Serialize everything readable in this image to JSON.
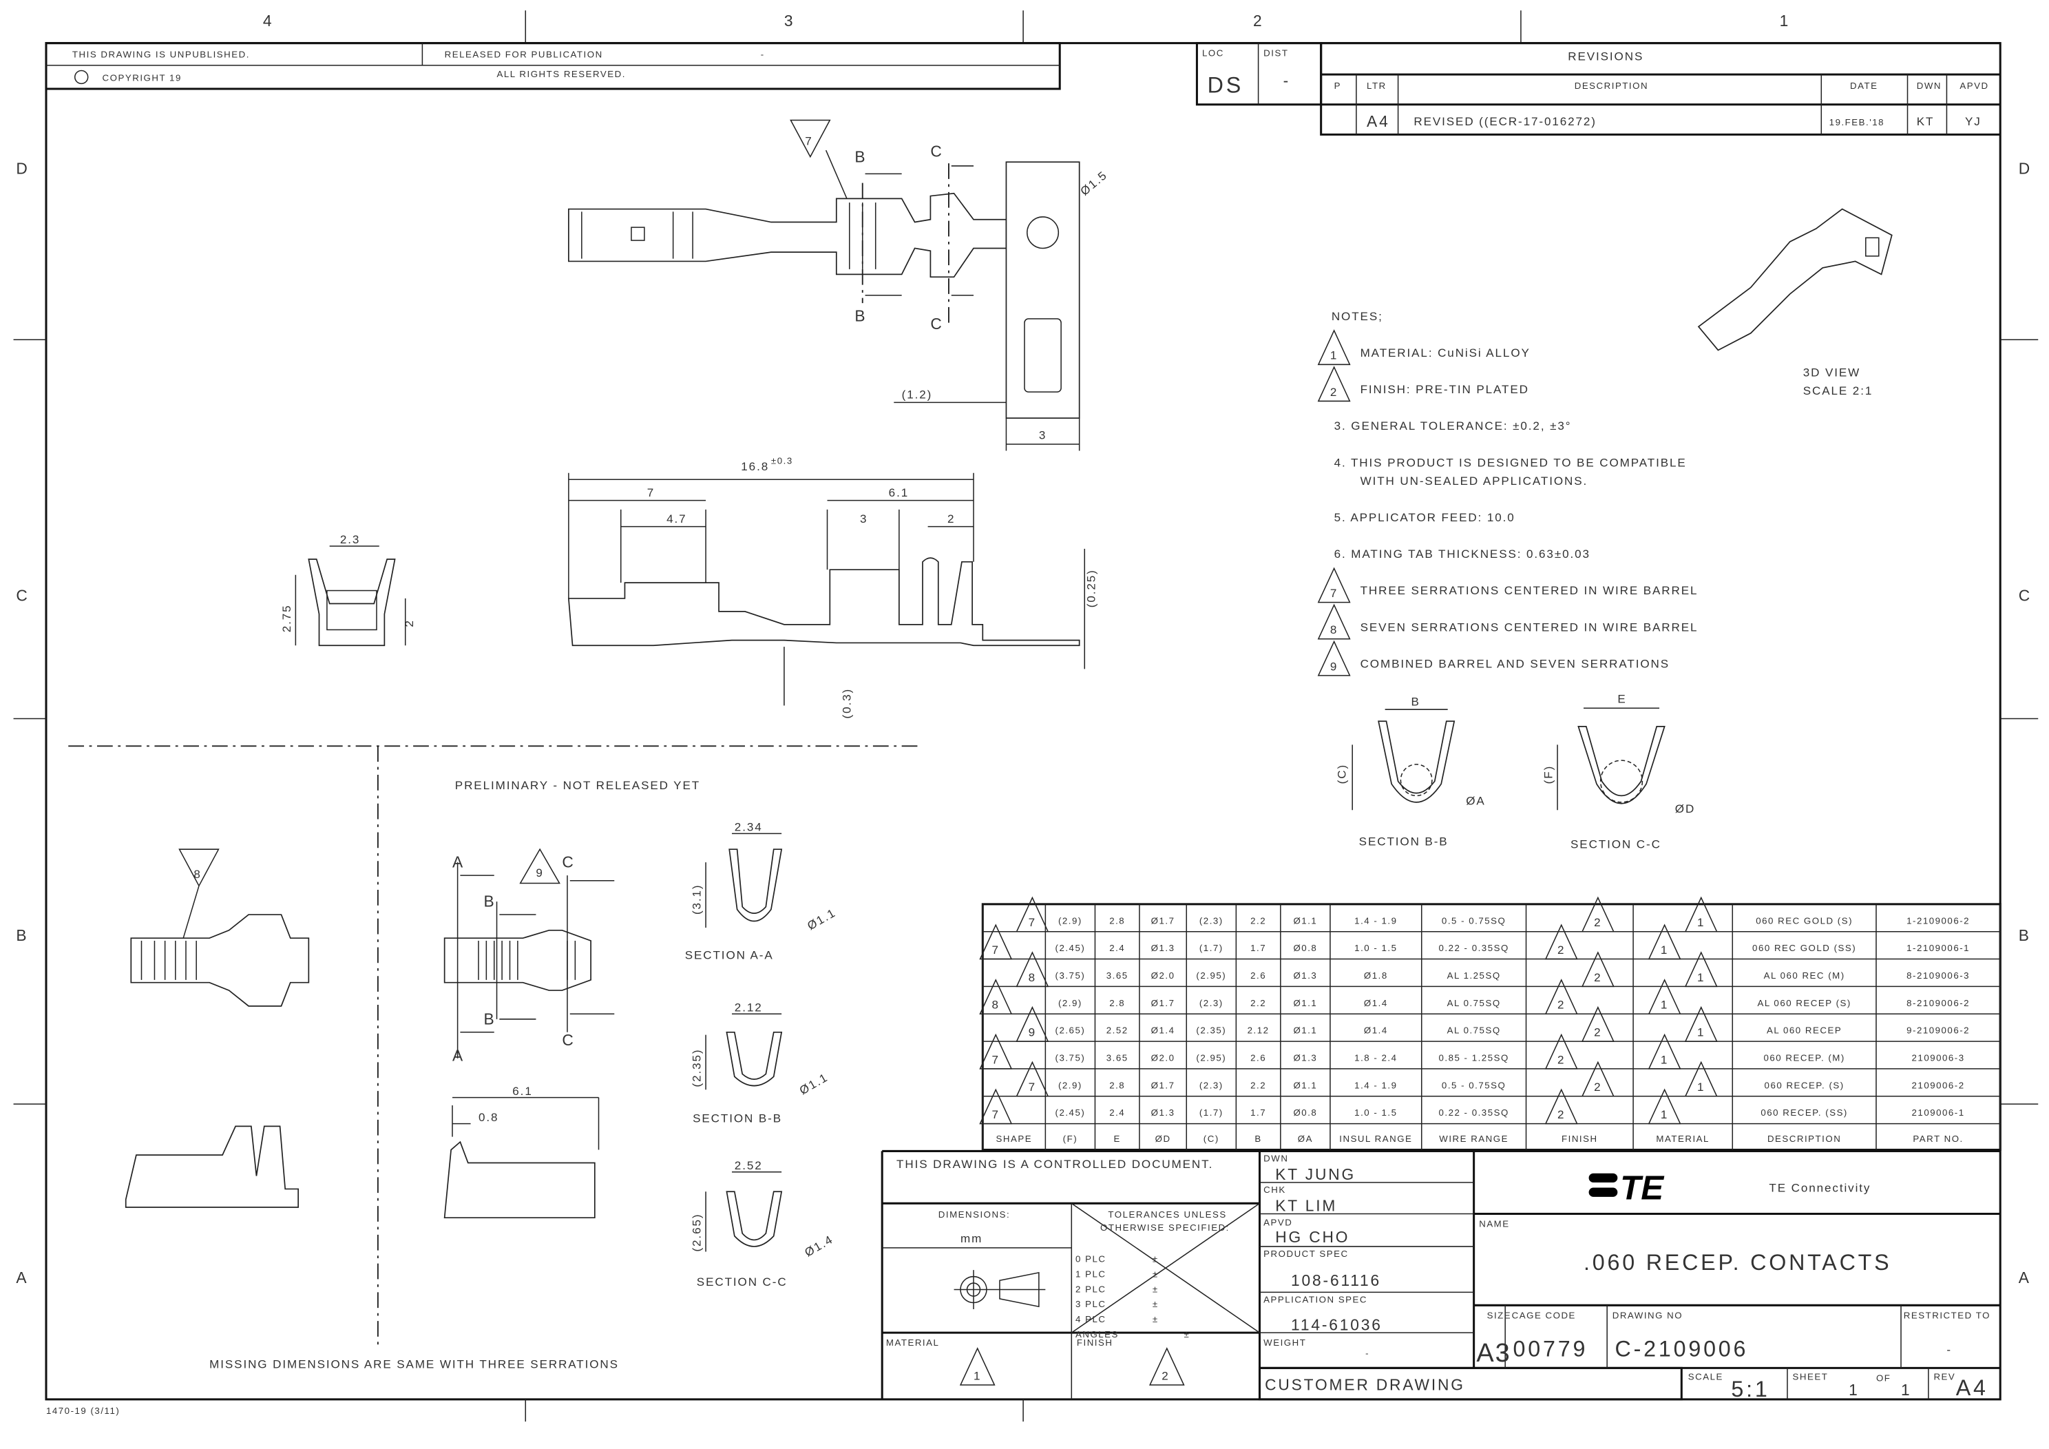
{
  "frame": {
    "zones_top": [
      "4",
      "3",
      "2",
      "1"
    ],
    "zones_side": [
      "D",
      "C",
      "B",
      "A"
    ],
    "unpublished": "THIS DRAWING IS UNPUBLISHED.",
    "released": "RELEASED FOR PUBLICATION",
    "released_value": "-",
    "copyright": "COPYRIGHT 19",
    "rights": "ALL RIGHTS RESERVED.",
    "form_no": "1470-19 (3/11)"
  },
  "loc": {
    "label": "LOC",
    "value": "DS"
  },
  "dist": {
    "label": "DIST",
    "value": "-"
  },
  "revisions": {
    "title": "REVISIONS",
    "headers": [
      "P",
      "LTR",
      "DESCRIPTION",
      "DATE",
      "DWN",
      "APVD"
    ],
    "rows": [
      {
        "p": "",
        "ltr": "A4",
        "description": "REVISED ((ECR-17-016272)",
        "date": "19.FEB.'18",
        "dwn": "KT",
        "apvd": "YJ"
      }
    ]
  },
  "notes": {
    "title": "NOTES;",
    "items": [
      {
        "flag": "1",
        "text": "MATERIAL: CuNiSi ALLOY"
      },
      {
        "flag": "2",
        "text": "FINISH: PRE-TIN PLATED"
      },
      {
        "flag": "",
        "text": "3. GENERAL TOLERANCE: ±0.2, ±3°"
      },
      {
        "flag": "",
        "text": "4. THIS PRODUCT IS DESIGNED TO BE COMPATIBLE"
      },
      {
        "flag": "",
        "text": "WITH UN-SEALED APPLICATIONS."
      },
      {
        "flag": "",
        "text": "5. APPLICATOR FEED: 10.0"
      },
      {
        "flag": "",
        "text": "6. MATING TAB THICKNESS: 0.63±0.03"
      },
      {
        "flag": "7",
        "text": "THREE SERRATIONS CENTERED IN WIRE BARREL"
      },
      {
        "flag": "8",
        "text": "SEVEN SERRATIONS CENTERED IN WIRE BARREL"
      },
      {
        "flag": "9",
        "text": "COMBINED BARREL AND SEVEN SERRATIONS"
      }
    ]
  },
  "view3d": {
    "line1": "3D VIEW",
    "line2": "SCALE 2:1"
  },
  "dimensions": {
    "dia_hole": "Ø1.5",
    "tab_offset": "(1.2)",
    "tab_width": "3",
    "overall_length": "16.8",
    "overall_tol": "±0.3",
    "len_7": "7",
    "len_4_7": "4.7",
    "len_6_1": "6.1",
    "len_3": "3",
    "len_2": "2",
    "thick_025": "(0.25)",
    "thick_03": "(0.3)",
    "end_w": "2.3",
    "end_h": "2.75",
    "end_h2": "2",
    "lower_6_1": "6.1",
    "lower_0_8": "0.8"
  },
  "section_labels": {
    "b": "B",
    "c": "C",
    "a": "A",
    "flag7": "7",
    "flag8": "8",
    "flag9": "9",
    "sec_bb": "SECTION B-B",
    "sec_cc": "SECTION C-C",
    "sec_aa": "SECTION A-A",
    "dim_b": "B",
    "dim_c": "(C)",
    "dim_a": "ØA",
    "dim_e": "E",
    "dim_f": "(F)",
    "dim_d": "ØD",
    "aa_w": "2.34",
    "aa_h": "(3.1)",
    "aa_d": "Ø1.1",
    "bb_w": "2.12",
    "bb_h": "(2.35)",
    "bb_d": "Ø1.1",
    "cc_w": "2.52",
    "cc_h": "(2.65)",
    "cc_d": "Ø1.4"
  },
  "preliminary": "PRELIMINARY - NOT RELEASED YET",
  "missing_note": "MISSING DIMENSIONS ARE SAME WITH THREE SERRATIONS",
  "table": {
    "headers": [
      "SHAPE",
      "(F)",
      "E",
      "ØD",
      "(C)",
      "B",
      "ØA",
      "INSUL RANGE",
      "WIRE RANGE",
      "FINISH",
      "MATERIAL",
      "DESCRIPTION",
      "PART NO."
    ],
    "rows": [
      {
        "shape": "7",
        "f": "(2.9)",
        "e": "2.8",
        "d": "Ø1.7",
        "c": "(2.3)",
        "b": "2.2",
        "a": "Ø1.1",
        "insul": "1.4 - 1.9",
        "wire": "0.5 - 0.75SQ",
        "finish": "2",
        "material": "1",
        "desc": "060 REC GOLD (S)",
        "part": "1-2109006-2"
      },
      {
        "shape": "7",
        "f": "(2.45)",
        "e": "2.4",
        "d": "Ø1.3",
        "c": "(1.7)",
        "b": "1.7",
        "a": "Ø0.8",
        "insul": "1.0 - 1.5",
        "wire": "0.22 - 0.35SQ",
        "finish": "2",
        "material": "1",
        "desc": "060 REC GOLD (SS)",
        "part": "1-2109006-1"
      },
      {
        "shape": "8",
        "f": "(3.75)",
        "e": "3.65",
        "d": "Ø2.0",
        "c": "(2.95)",
        "b": "2.6",
        "a": "Ø1.3",
        "insul": "Ø1.8",
        "wire": "AL 1.25SQ",
        "finish": "2",
        "material": "1",
        "desc": "AL 060 REC (M)",
        "part": "8-2109006-3"
      },
      {
        "shape": "8",
        "f": "(2.9)",
        "e": "2.8",
        "d": "Ø1.7",
        "c": "(2.3)",
        "b": "2.2",
        "a": "Ø1.1",
        "insul": "Ø1.4",
        "wire": "AL 0.75SQ",
        "finish": "2",
        "material": "1",
        "desc": "AL 060 RECEP (S)",
        "part": "8-2109006-2"
      },
      {
        "shape": "9",
        "f": "(2.65)",
        "e": "2.52",
        "d": "Ø1.4",
        "c": "(2.35)",
        "b": "2.12",
        "a": "Ø1.1",
        "insul": "Ø1.4",
        "wire": "AL 0.75SQ",
        "finish": "2",
        "material": "1",
        "desc": "AL 060 RECEP",
        "part": "9-2109006-2"
      },
      {
        "shape": "7",
        "f": "(3.75)",
        "e": "3.65",
        "d": "Ø2.0",
        "c": "(2.95)",
        "b": "2.6",
        "a": "Ø1.3",
        "insul": "1.8 - 2.4",
        "wire": "0.85 - 1.25SQ",
        "finish": "2",
        "material": "1",
        "desc": "060 RECEP. (M)",
        "part": "2109006-3"
      },
      {
        "shape": "7",
        "f": "(2.9)",
        "e": "2.8",
        "d": "Ø1.7",
        "c": "(2.3)",
        "b": "2.2",
        "a": "Ø1.1",
        "insul": "1.4 - 1.9",
        "wire": "0.5 - 0.75SQ",
        "finish": "2",
        "material": "1",
        "desc": "060 RECEP. (S)",
        "part": "2109006-2"
      },
      {
        "shape": "7",
        "f": "(2.45)",
        "e": "2.4",
        "d": "Ø1.3",
        "c": "(1.7)",
        "b": "1.7",
        "a": "Ø0.8",
        "insul": "1.0 - 1.5",
        "wire": "0.22 - 0.35SQ",
        "finish": "2",
        "material": "1",
        "desc": "060 RECEP. (SS)",
        "part": "2109006-1"
      }
    ]
  },
  "title_block": {
    "controlled": "THIS DRAWING IS A CONTROLLED DOCUMENT.",
    "dimensions_label": "DIMENSIONS:",
    "dimensions_value": "mm",
    "tolerances_1": "TOLERANCES UNLESS",
    "tolerances_2": "OTHERWISE SPECIFIED:",
    "tol_rows": [
      "0 PLC",
      "1 PLC",
      "2 PLC",
      "3 PLC",
      "4 PLC",
      "ANGLES"
    ],
    "tol_sign": "±",
    "material_label": "MATERIAL",
    "material_flag": "1",
    "finish_label": "FINISH",
    "finish_flag": "2",
    "dwn_label": "DWN",
    "dwn": "KT JUNG",
    "chk_label": "CHK",
    "chk": "KT LIM",
    "apvd_label": "APVD",
    "apvd": "HG CHO",
    "product_spec_label": "PRODUCT SPEC",
    "product_spec": "108-61116",
    "application_spec_label": "APPLICATION SPEC",
    "application_spec": "114-61036",
    "weight_label": "WEIGHT",
    "weight": "-",
    "customer_drawing": "CUSTOMER DRAWING",
    "logo_text": "TE",
    "company": "TE Connectivity",
    "name_label": "NAME",
    "name": ".060 RECEP. CONTACTS",
    "size_label": "SIZE",
    "size": "A3",
    "cage_label": "CAGE CODE",
    "cage": "00779",
    "drawing_no_label": "DRAWING NO",
    "drawing_no": "C-2109006",
    "restricted_label": "RESTRICTED TO",
    "restricted": "-",
    "scale_label": "SCALE",
    "scale": "5:1",
    "sheet_label": "SHEET",
    "sheet": "1",
    "of_label": "OF",
    "of": "1",
    "rev_label": "REV",
    "rev": "A4"
  }
}
